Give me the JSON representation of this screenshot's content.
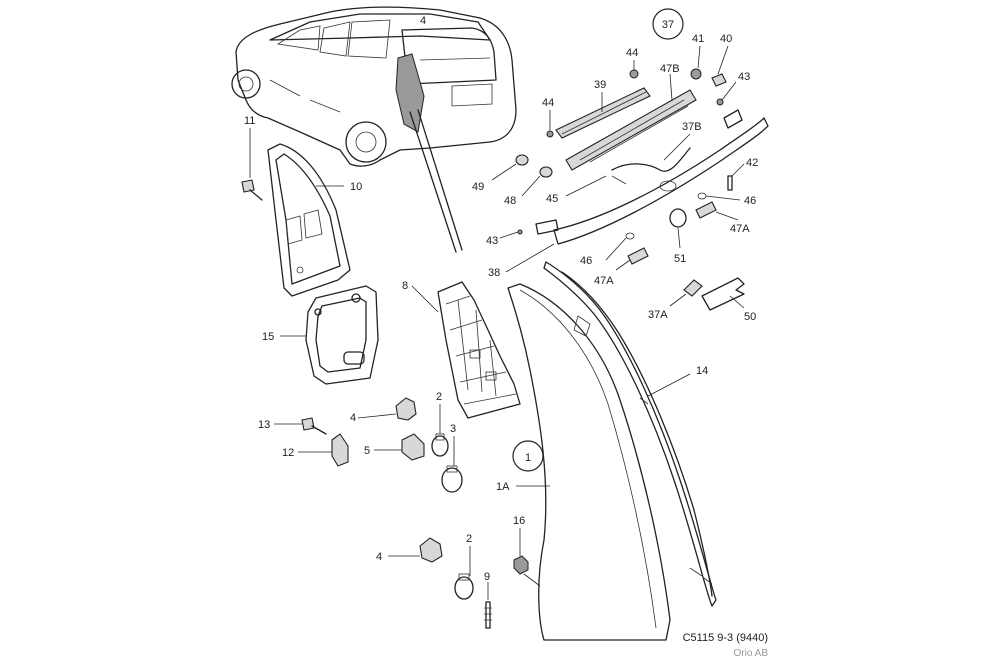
{
  "diagram": {
    "callouts": [
      {
        "id": "c37",
        "text": "37"
      },
      {
        "id": "c1",
        "text": "1"
      }
    ],
    "labels": [
      {
        "id": "l11",
        "text": "11"
      },
      {
        "id": "l10",
        "text": "10"
      },
      {
        "id": "l15",
        "text": "15"
      },
      {
        "id": "l8",
        "text": "8"
      },
      {
        "id": "l4a",
        "text": "4"
      },
      {
        "id": "l2a",
        "text": "2"
      },
      {
        "id": "l3",
        "text": "3"
      },
      {
        "id": "l13",
        "text": "13"
      },
      {
        "id": "l12",
        "text": "12"
      },
      {
        "id": "l5",
        "text": "5"
      },
      {
        "id": "l1A",
        "text": "1A"
      },
      {
        "id": "l16",
        "text": "16"
      },
      {
        "id": "l2b",
        "text": "2"
      },
      {
        "id": "l4b",
        "text": "4"
      },
      {
        "id": "l9",
        "text": "9"
      },
      {
        "id": "l44a",
        "text": "44"
      },
      {
        "id": "l41",
        "text": "41"
      },
      {
        "id": "l40",
        "text": "40"
      },
      {
        "id": "l39",
        "text": "39"
      },
      {
        "id": "l47B",
        "text": "47B"
      },
      {
        "id": "l43a",
        "text": "43"
      },
      {
        "id": "l44b",
        "text": "44"
      },
      {
        "id": "l37B",
        "text": "37B"
      },
      {
        "id": "l42",
        "text": "42"
      },
      {
        "id": "l49",
        "text": "49"
      },
      {
        "id": "l48",
        "text": "48"
      },
      {
        "id": "l45",
        "text": "45"
      },
      {
        "id": "l46a",
        "text": "46"
      },
      {
        "id": "l47A",
        "text": "47A"
      },
      {
        "id": "l43b",
        "text": "43"
      },
      {
        "id": "l46b",
        "text": "46"
      },
      {
        "id": "l51",
        "text": "51"
      },
      {
        "id": "l38",
        "text": "38"
      },
      {
        "id": "l47Ab",
        "text": "47A"
      },
      {
        "id": "l37A",
        "text": "37A"
      },
      {
        "id": "l50",
        "text": "50"
      },
      {
        "id": "l14",
        "text": "14"
      }
    ],
    "car_badge": "4",
    "footer": {
      "code": "C5115 9-3 (9440)",
      "publisher": "Orio AB"
    }
  }
}
